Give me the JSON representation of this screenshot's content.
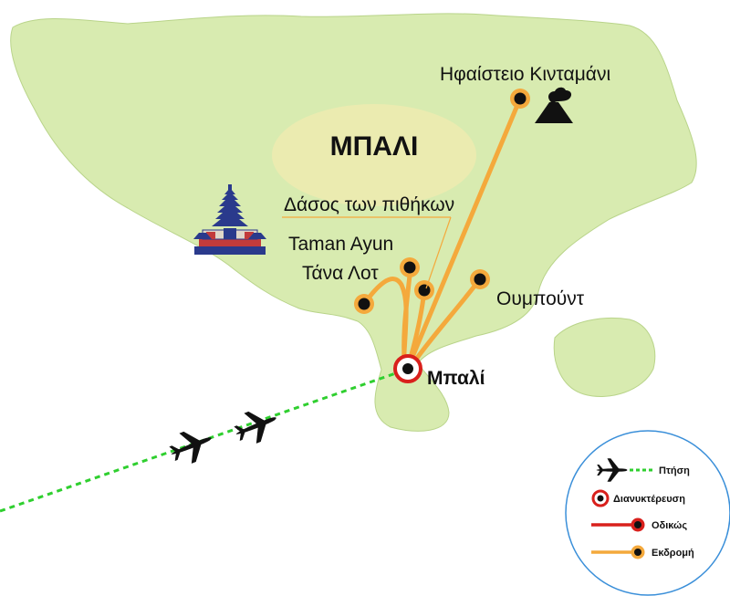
{
  "map": {
    "region_label": "ΜΠΑΛΙ",
    "hub_label": "Μπαλί",
    "places": {
      "kintamani": "Ηφαίστειο Κινταμάνι",
      "monkey_forest": "Δάσος των πιθήκων",
      "taman_ayun": "Taman Ayun",
      "tanah_lot": "Τάνα Λοτ",
      "ubud": "Ουμπούντ"
    }
  },
  "legend": {
    "flight": "Πτήση",
    "overnight": "Διανυκτέρευση",
    "road": "Οδικώς",
    "excursion": "Εκδρομή"
  },
  "colors": {
    "land": "#d8ebb0",
    "land_stroke": "#b9d48a",
    "highland": "#ebebb0",
    "excursion": "#f4a93c",
    "road": "#d9201c",
    "flight": "#2fcf2f",
    "legend_border": "#3a8fd9",
    "stop_fill": "#111111"
  },
  "icons": {
    "flight": "airplane-icon",
    "overnight": "overnight-ring-icon",
    "volcano": "volcano-icon",
    "temple": "temple-icon"
  }
}
